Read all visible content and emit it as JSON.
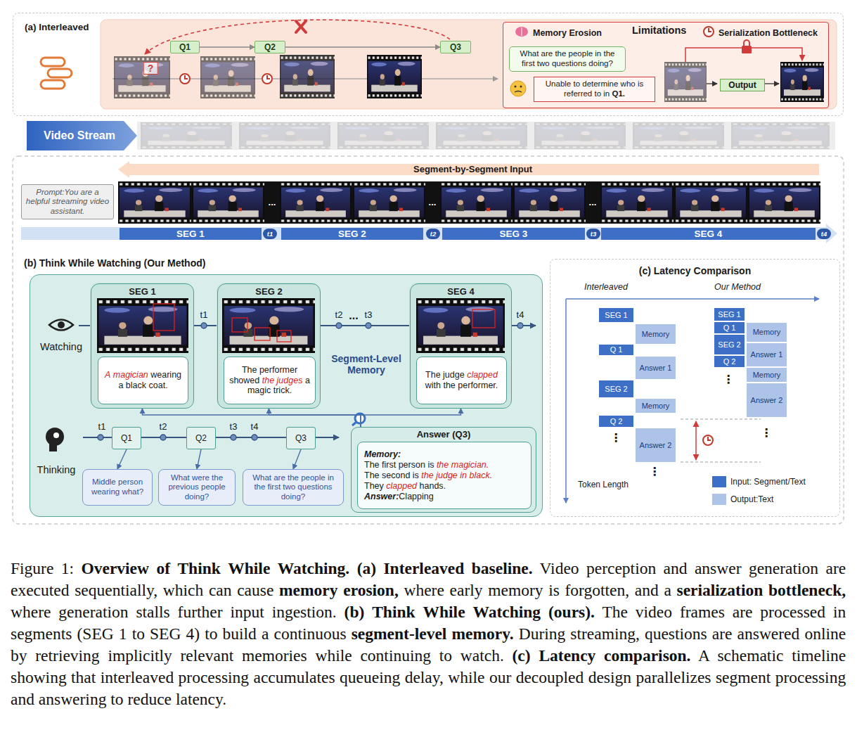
{
  "diagram": {
    "caption": "Figure 1: Overview of Think While Watching. (a) Interleaved baseline. Video perception and answer generation are executed sequentially, which can cause memory erosion, where early memory is forgotten, and a serialization bottleneck, where generation stalls further input ingestion. (b) Think While Watching (ours). The video frames are processed in segments (SEG 1 to SEG 4) to build a continuous segment-level memory. During streaming, questions are answered online by retrieving implicitly relevant memories while continuing to watch. (c) Latency comparison. A schematic timeline showing that interleaved processing accumulates queueing delay, while our decoupled design parallelizes segment processing and answering to reduce latency.",
    "nodes": [
      {
        "text": [
          "(a) Interleaved"
        ]
      },
      {
        "text": [
          "Q1"
        ],
        "in": 0
      },
      {
        "text": [
          "Q2"
        ],
        "in": 0
      },
      {
        "text": [
          "Q3"
        ],
        "in": 0
      },
      {
        "text": [
          "Memory Erosion",
          "Limitations",
          "Serialization Bottleneck"
        ],
        "in": 0
      },
      {
        "text": [
          "What are the people in the first two questions doing?"
        ],
        "in": 4
      },
      {
        "text": [
          "Unable to determine who is referred to in Q1."
        ],
        "in": 4
      },
      {
        "text": [
          "Output"
        ],
        "in": 4
      },
      {
        "text": [
          "Video Stream"
        ]
      },
      {
        "text": [
          "Segment-by-Segment Input"
        ]
      },
      {
        "text": [
          "Prompt:You are a helpful streaming video assistant."
        ]
      },
      {
        "text": [
          "SEG 1"
        ]
      },
      {
        "text": [
          "t1"
        ]
      },
      {
        "text": [
          "SEG 2"
        ]
      },
      {
        "text": [
          "t2"
        ]
      },
      {
        "text": [
          "SEG 3"
        ]
      },
      {
        "text": [
          "t3"
        ]
      },
      {
        "text": [
          "SEG 4"
        ]
      },
      {
        "text": [
          "t4"
        ]
      },
      {
        "text": [
          "(b) Think While Watching (Our Method)"
        ]
      },
      {
        "text": [
          "SEG 1"
        ],
        "in": 19
      },
      {
        "text": [
          "A magician wearing a black coat."
        ],
        "in": 20
      },
      {
        "text": [
          "SEG 2"
        ],
        "in": 19
      },
      {
        "text": [
          "The performer showed the judges a magic trick."
        ],
        "in": 22
      },
      {
        "text": [
          "SEG 4"
        ],
        "in": 19
      },
      {
        "text": [
          "The judge clapped with the performer."
        ],
        "in": 24
      },
      {
        "text": [
          "Q1"
        ],
        "in": 19
      },
      {
        "text": [
          "Q2"
        ],
        "in": 19
      },
      {
        "text": [
          "Q3"
        ],
        "in": 19
      },
      {
        "text": [
          "Middle person wearing what?"
        ],
        "in": 19
      },
      {
        "text": [
          "What were the previous people doing?"
        ],
        "in": 19
      },
      {
        "text": [
          "What are the people in the first two questions doing?"
        ],
        "in": 19
      },
      {
        "text": [
          "Answer (Q3)"
        ],
        "in": 19
      },
      {
        "text": [
          "Memory:",
          "The first person is the magician.",
          "The second is the judge in black.",
          "They clapped hands.",
          "Answer:Clapping"
        ],
        "in": 32
      },
      {
        "text": [
          "(c) Latency Comparison"
        ]
      },
      {
        "text": [
          "SEG 1"
        ],
        "in": 34
      },
      {
        "text": [
          "Memory"
        ],
        "in": 34
      },
      {
        "text": [
          "Q 1"
        ],
        "in": 34
      },
      {
        "text": [
          "Answer 1"
        ],
        "in": 34
      },
      {
        "text": [
          "SEG 2"
        ],
        "in": 34
      },
      {
        "text": [
          "Memory"
        ],
        "in": 34
      },
      {
        "text": [
          "Q 2"
        ],
        "in": 34
      },
      {
        "text": [
          "Answer 2"
        ],
        "in": 34
      },
      {
        "text": [
          "SEG 1"
        ],
        "in": 34
      },
      {
        "text": [
          "Q 1"
        ],
        "in": 34
      },
      {
        "text": [
          "SEG 2"
        ],
        "in": 34
      },
      {
        "text": [
          "Q 2"
        ],
        "in": 34
      },
      {
        "text": [
          "Memory"
        ],
        "in": 34
      },
      {
        "text": [
          "Answer 1"
        ],
        "in": 34
      },
      {
        "text": [
          "Memory"
        ],
        "in": 34
      },
      {
        "text": [
          "Answer 2"
        ],
        "in": 34
      }
    ],
    "edges": [
      {
        "from": 1,
        "to": 2,
        "arrow": "to"
      },
      {
        "from": 2,
        "to": 3,
        "arrow": "to"
      },
      {
        "from": 26,
        "to": 29,
        "arrow": "to"
      },
      {
        "from": 27,
        "to": 30,
        "arrow": "to"
      },
      {
        "from": 28,
        "to": 31,
        "arrow": "to"
      },
      {
        "from": 32,
        "to": 20,
        "arrow": "to"
      },
      {
        "from": 32,
        "to": 22,
        "arrow": "to"
      },
      {
        "from": 32,
        "to": 24,
        "arrow": "to"
      }
    ],
    "labels": [
      "?",
      "...",
      "...",
      "...",
      "Watching",
      "Thinking",
      "t1",
      "t2",
      "t3",
      "t4",
      "...",
      "Segment-Level Memory",
      "t1",
      "t2",
      "t3",
      "t4",
      "Interleaved",
      "Our Method",
      "⋮",
      "⋮",
      "⋮",
      "⋮",
      "Token Length"
    ],
    "legend": [
      {
        "text": "Input: Segment/Text",
        "color": "#3d6fc6"
      },
      {
        "text": "Output:Text",
        "color": "#aec3e8"
      }
    ]
  }
}
